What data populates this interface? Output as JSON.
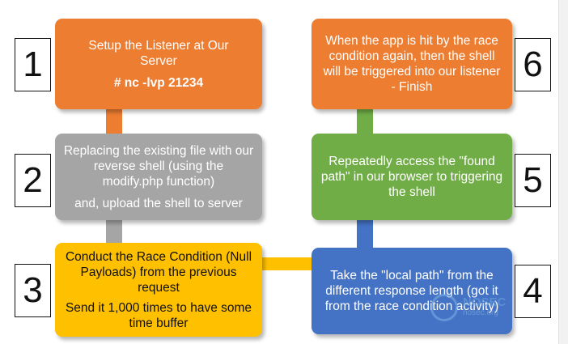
{
  "steps": [
    {
      "number": "1",
      "lines": [
        "Setup the Listener at Our Server"
      ],
      "command": "# nc -lvp 21234"
    },
    {
      "number": "2",
      "lines": [
        "Replacing the existing file with our reverse shell (using the modify.php function)",
        "and, upload the shell to server"
      ]
    },
    {
      "number": "3",
      "lines": [
        "Conduct the Race Condition (Null Payloads) from the previous request",
        "Send it 1,000 times to have some time buffer"
      ]
    },
    {
      "number": "4",
      "lines": [
        "Take the \"local path\" from the different response length (got it from the race condition activity)"
      ]
    },
    {
      "number": "5",
      "lines": [
        "Repeatedly access the \"found path\" in our browser to triggering the shell"
      ]
    },
    {
      "number": "6",
      "lines": [
        "When the app is hit by the race condition again, then the shell will be triggered into our listener - Finish"
      ]
    }
  ],
  "colors": {
    "step1": "#ED7D31",
    "step2": "#A5A5A5",
    "step3": "#FFC000",
    "step4": "#4472C4",
    "step5": "#70AD47",
    "step6": "#ED7D31"
  },
  "watermark": {
    "icon": "nosec-logo-icon",
    "title": "NOSEC",
    "subtitle": "nosec.org"
  }
}
